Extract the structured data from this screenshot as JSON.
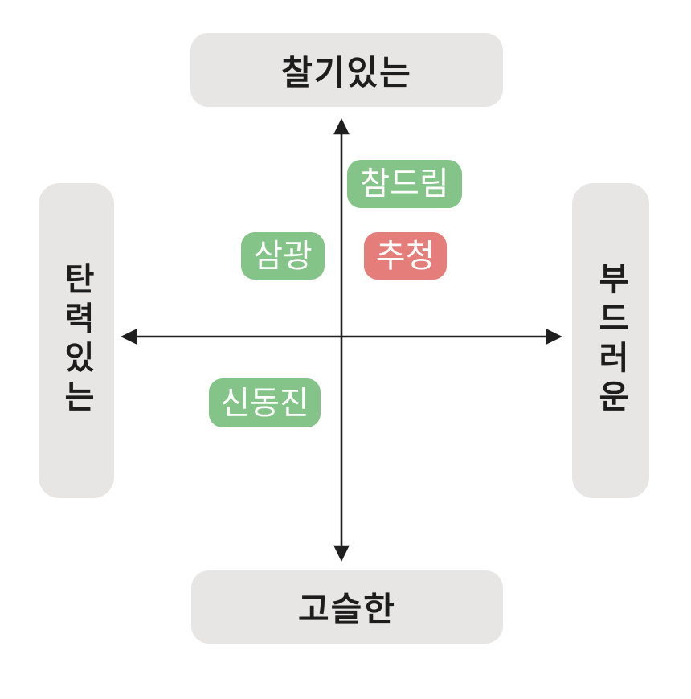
{
  "axes": {
    "top": "찰기있는",
    "bottom": "고슬한",
    "left": "탄력있는",
    "right": "부드러운"
  },
  "points": [
    {
      "label": "참드림",
      "color": "green",
      "color_hex": "#85c489",
      "position": "upper-right"
    },
    {
      "label": "삼광",
      "color": "green",
      "color_hex": "#85c489",
      "position": "upper-left"
    },
    {
      "label": "추청",
      "color": "red",
      "color_hex": "#e57d7a",
      "position": "upper-right"
    },
    {
      "label": "신동진",
      "color": "green",
      "color_hex": "#85c489",
      "position": "lower-left"
    }
  ],
  "colors": {
    "green": "#85c489",
    "red": "#e57d7a",
    "label_box_bg": "#e8e6e4",
    "axis_line": "#1f1f1f",
    "badge_text": "#ffffff",
    "label_text": "#1d1d1d"
  }
}
